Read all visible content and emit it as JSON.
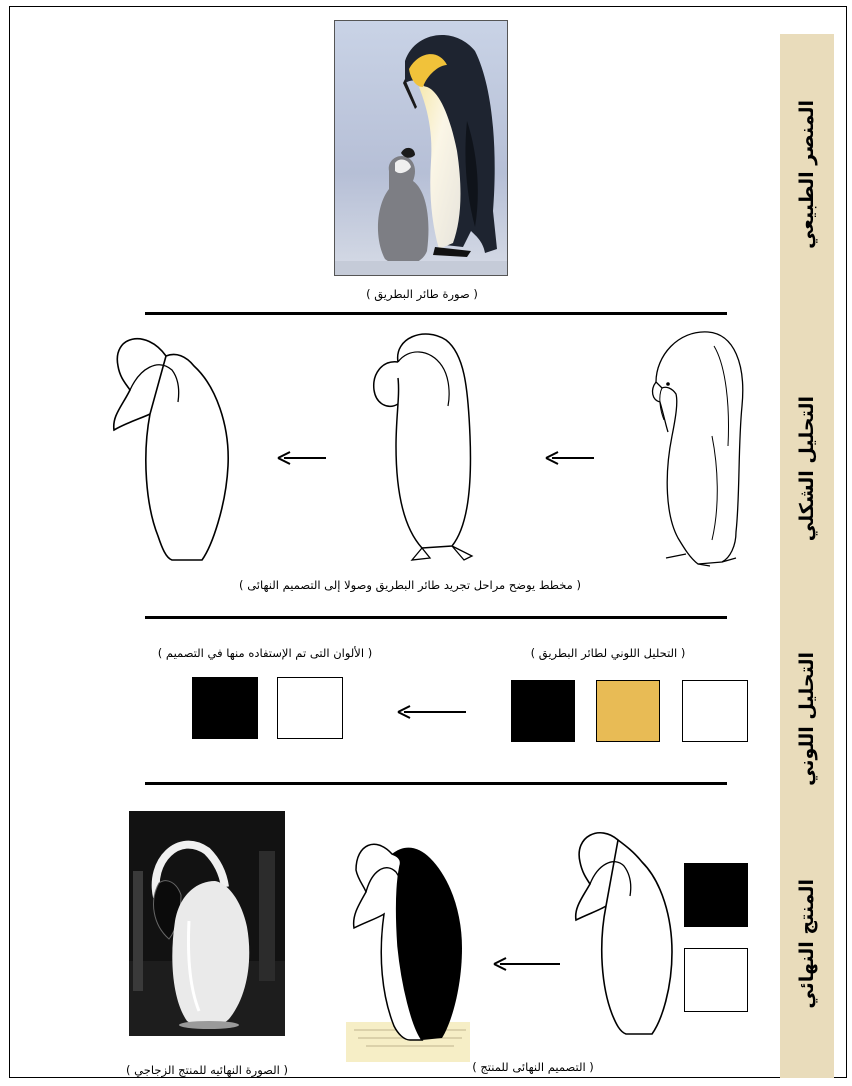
{
  "rows": [
    {
      "label": "المنصر الطبيعي"
    },
    {
      "label": "التحليل الشكلي"
    },
    {
      "label": "التحليل اللوني"
    },
    {
      "label": "المنتج النهائي"
    }
  ],
  "captions": {
    "penguin_photo": "( صورة طائر البطريق )",
    "abstraction": "( مخطط يوضح مراحل تجريد طائر البطريق وصولا إلى التصميم النهائى )",
    "color_analysis": "( التحليل اللوني لطائر البطريق )",
    "used_colors": "( الألوان التى تم الإستفاده منها في التصميم )",
    "final_design": "( التصميم النهائى للمنتج )",
    "final_product": "( الصورة النهائيه للمنتج الزجاجي )"
  },
  "colors": {
    "side_strip": "#e9dcbb",
    "white": "#ffffff",
    "yellow": "#e8bb55",
    "black": "#000000"
  }
}
